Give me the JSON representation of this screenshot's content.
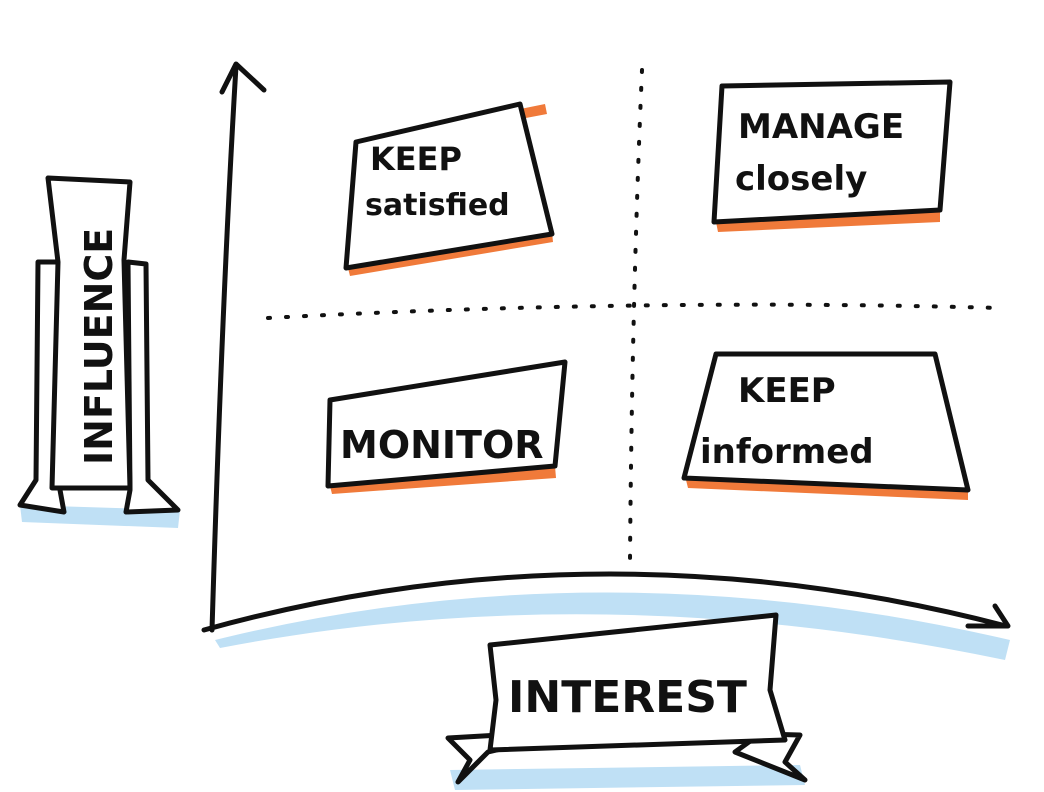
{
  "diagram": {
    "y_axis_label": "INFLUENCE",
    "x_axis_label": "INTEREST",
    "quadrants": [
      {
        "id": "keep-satisfied",
        "line1": "KEEP",
        "line2": "satisfied"
      },
      {
        "id": "manage-closely",
        "line1": "MANAGE",
        "line2": "closely"
      },
      {
        "id": "monitor",
        "line1": "MONITOR",
        "line2": ""
      },
      {
        "id": "keep-informed",
        "line1": "KEEP",
        "line2": "informed"
      }
    ]
  },
  "colors": {
    "ink": "#111111",
    "accent": "#f07a3a",
    "shadow": "#bfe0f5"
  }
}
